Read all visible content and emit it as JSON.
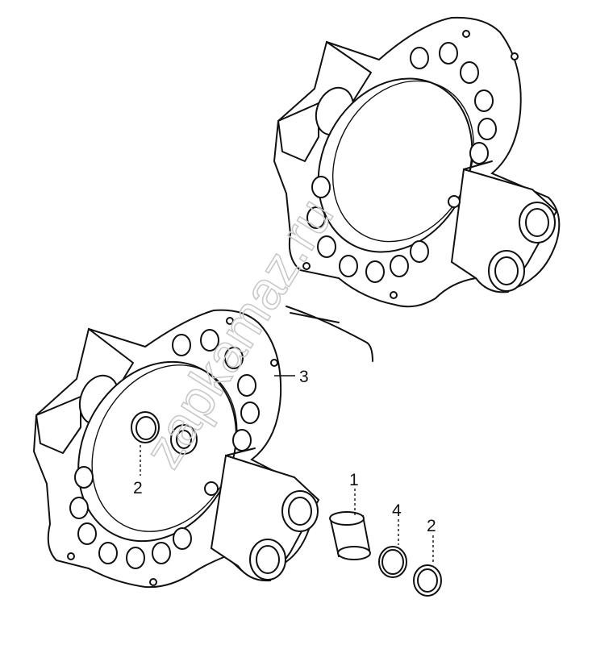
{
  "watermark": "zapkamaz.ru",
  "callouts": {
    "part_1": "1",
    "part_2_left": "2",
    "part_2_right": "2",
    "part_3": "3",
    "part_4": "4"
  }
}
